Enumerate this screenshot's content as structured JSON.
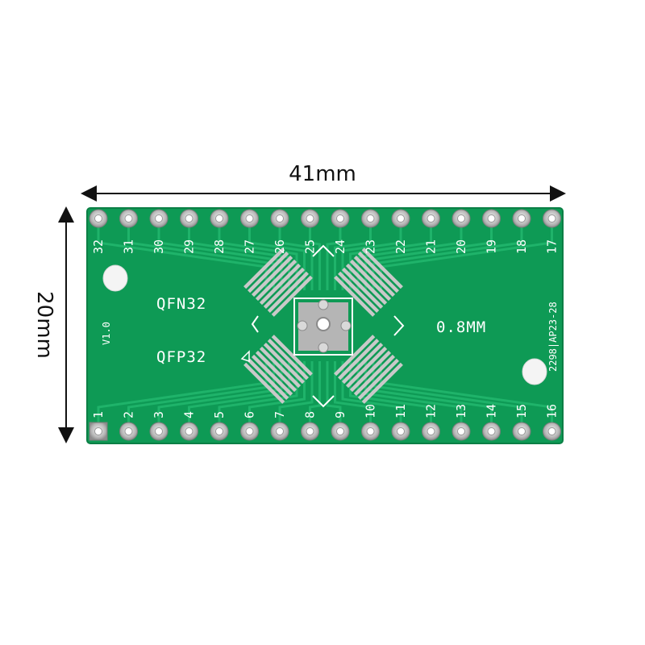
{
  "dimensions": {
    "width_label": "41mm",
    "height_label": "20mm"
  },
  "board": {
    "color": "#0e9a55",
    "trace_color": "#1fb36a",
    "silk_color": "#ffffff",
    "pad_color": "#c9c9c9",
    "package_labels": {
      "qfn": "QFN32",
      "qfp": "QFP32",
      "pitch": "0.8MM",
      "version": "V1.0",
      "part_code": "2298|AP23-28"
    },
    "top_pins": [
      "32",
      "31",
      "30",
      "29",
      "28",
      "27",
      "26",
      "25",
      "24",
      "23",
      "22",
      "21",
      "20",
      "19",
      "18",
      "17"
    ],
    "bottom_pins": [
      "1",
      "2",
      "3",
      "4",
      "5",
      "6",
      "7",
      "8",
      "9",
      "10",
      "11",
      "12",
      "13",
      "14",
      "15",
      "16"
    ]
  }
}
